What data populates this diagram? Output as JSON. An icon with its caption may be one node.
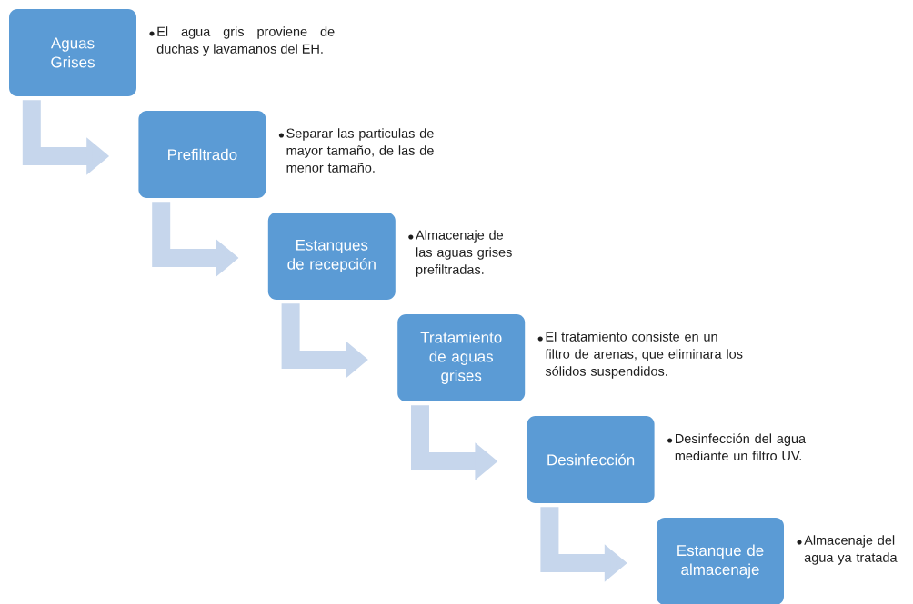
{
  "diagram": {
    "nodes": [
      {
        "text": [
          "Aguas Grises"
        ],
        "beside": [
          "El agua gris proviene de duchas y lavamanos del EH."
        ]
      },
      {
        "text": [
          "Prefiltrado"
        ],
        "beside": [
          "Separar las particulas de mayor tamaño, de las de menor tamaño."
        ]
      },
      {
        "text": [
          "Estanques de recepción"
        ],
        "beside": [
          "Almacenaje de las aguas grises prefiltradas."
        ]
      },
      {
        "text": [
          "Tratamiento de aguas grises"
        ],
        "beside": [
          "El tratamiento consiste en un filtro de arenas, que eliminara los sólidos suspendidos."
        ]
      },
      {
        "text": [
          "Desinfección"
        ],
        "beside": [
          "Desinfección del agua mediante un filtro UV."
        ]
      },
      {
        "text": [
          "Estanque de almacenaje"
        ],
        "beside": [
          "Almacenaje del agua ya tratada"
        ]
      }
    ],
    "edges": [
      {
        "from": 0,
        "to": 1,
        "arrow": "to"
      },
      {
        "from": 1,
        "to": 2,
        "arrow": "to"
      },
      {
        "from": 2,
        "to": 3,
        "arrow": "to"
      },
      {
        "from": 3,
        "to": 4,
        "arrow": "to"
      },
      {
        "from": 4,
        "to": 5,
        "arrow": "to"
      }
    ]
  }
}
